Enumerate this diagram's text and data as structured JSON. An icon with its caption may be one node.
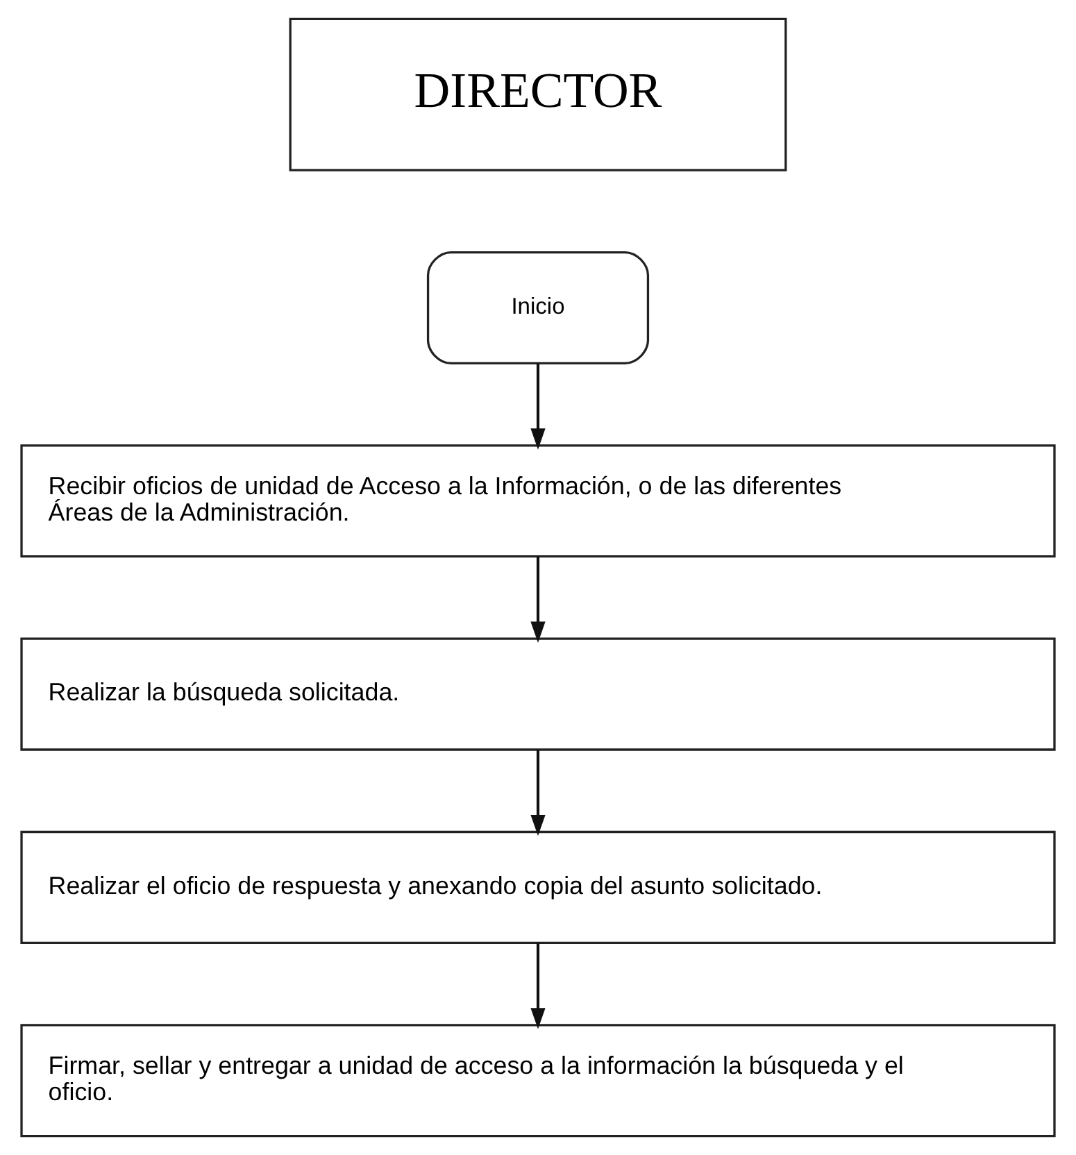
{
  "diagram": {
    "nodes": [
      {
        "text": [
          "DIRECTOR"
        ]
      },
      {
        "text": [
          "Inicio"
        ]
      },
      {
        "text": [
          "Recibir oficios de unidad de Acceso a la Información, o de las diferentes Áreas de la Administración."
        ]
      },
      {
        "text": [
          "Realizar la búsqueda solicitada."
        ]
      },
      {
        "text": [
          "Realizar el oficio de respuesta y anexando copia del asunto solicitado."
        ]
      },
      {
        "text": [
          "Firmar, sellar y entregar a unidad de acceso a la información la búsqueda y el oficio."
        ]
      }
    ],
    "edges": [
      {
        "from": 1,
        "to": 2,
        "arrow": "to"
      },
      {
        "from": 2,
        "to": 3,
        "arrow": "to"
      },
      {
        "from": 3,
        "to": 4,
        "arrow": "to"
      },
      {
        "from": 4,
        "to": 5,
        "arrow": "to"
      }
    ]
  }
}
